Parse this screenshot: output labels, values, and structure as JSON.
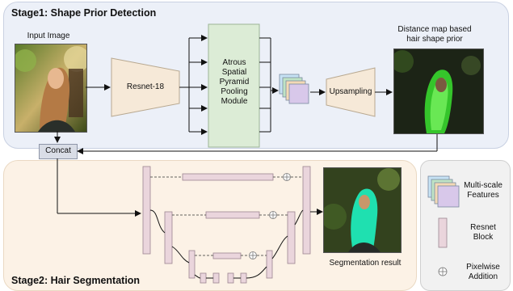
{
  "stage1": {
    "title": "Stage1: Shape Prior Detection"
  },
  "stage2": {
    "title": "Stage2: Hair Segmentation"
  },
  "labels": {
    "input_image": "Input Image",
    "resnet18": "Resnet-18",
    "aspp": [
      "Atrous",
      "Spatial",
      "Pyramid",
      "Pooling",
      "Module"
    ],
    "upsampling": "Upsampling",
    "distance_map": [
      "Distance map based",
      "hair shape prior"
    ],
    "concat": "Concat",
    "segmentation_result": "Segmentation result"
  },
  "legend": {
    "multiscale": [
      "Multi-scale",
      "Features"
    ],
    "resnet_block": [
      "Resnet",
      "Block"
    ],
    "pixelwise": [
      "Pixelwise",
      "Addition"
    ]
  },
  "colors": {
    "stage1_bg": "#ecf0f8",
    "stage2_bg": "#fcf2e6",
    "trapezoid": "#f6e9d8",
    "aspp": "#dcecd6",
    "resnet_block": "#ead5dc",
    "hair_green": "#39e22f",
    "hair_teal": "#1fe0b0"
  }
}
